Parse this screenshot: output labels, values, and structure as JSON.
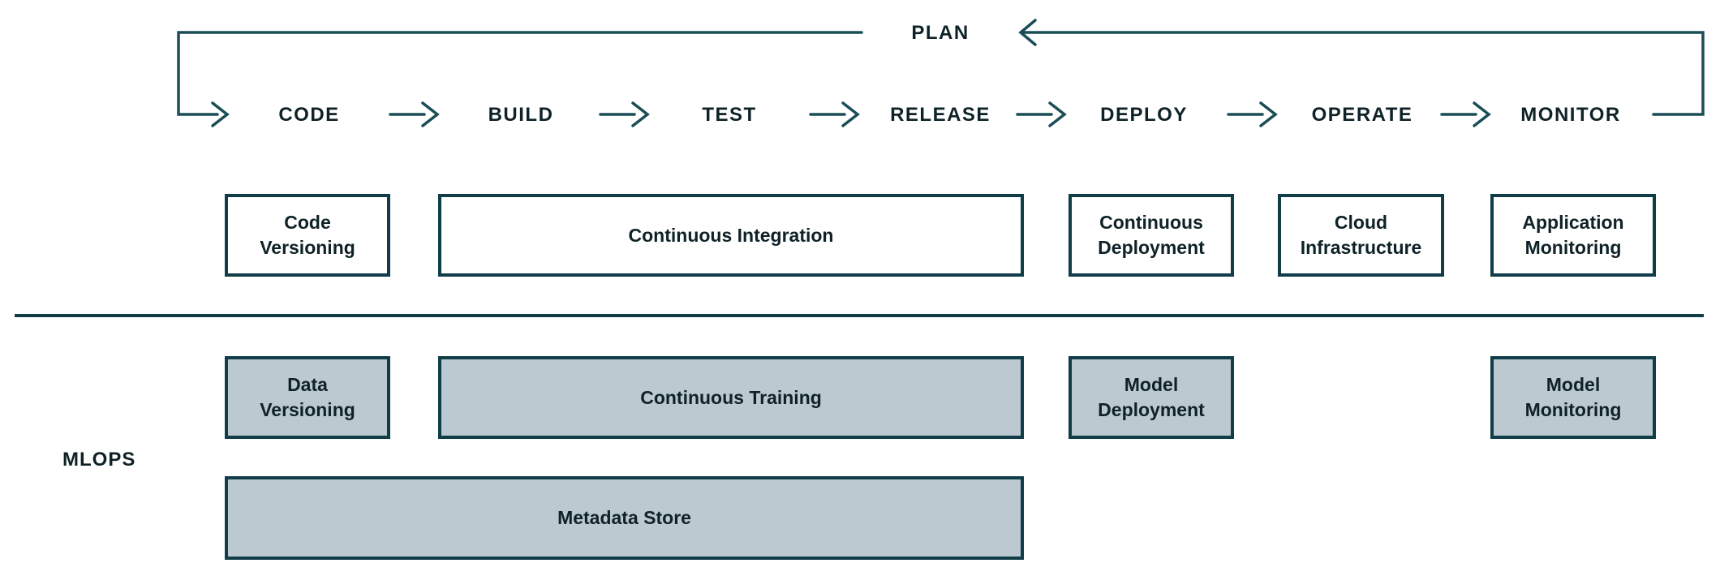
{
  "diagram": {
    "plan_label": "PLAN",
    "stages": [
      "CODE",
      "BUILD",
      "TEST",
      "RELEASE",
      "DEPLOY",
      "OPERATE",
      "MONITOR"
    ],
    "devops_boxes": [
      "Code Versioning",
      "Continuous Integration",
      "Continuous Deployment",
      "Cloud Infrastructure",
      "Application Monitoring"
    ],
    "mlops_boxes": [
      "Data Versioning",
      "Continuous Training",
      "Model Deployment",
      "Model Monitoring"
    ],
    "metadata_box_label": "Metadata Store",
    "section_label": "MLOPS"
  },
  "icons": {
    "arrow-right": "→",
    "arrow-left": "←"
  },
  "colors": {
    "line": "#1B4D56",
    "box_border": "#103D47",
    "mlops_fill": "#BDC9D1",
    "text": "#0E2227",
    "background": "#FFFFFF"
  }
}
